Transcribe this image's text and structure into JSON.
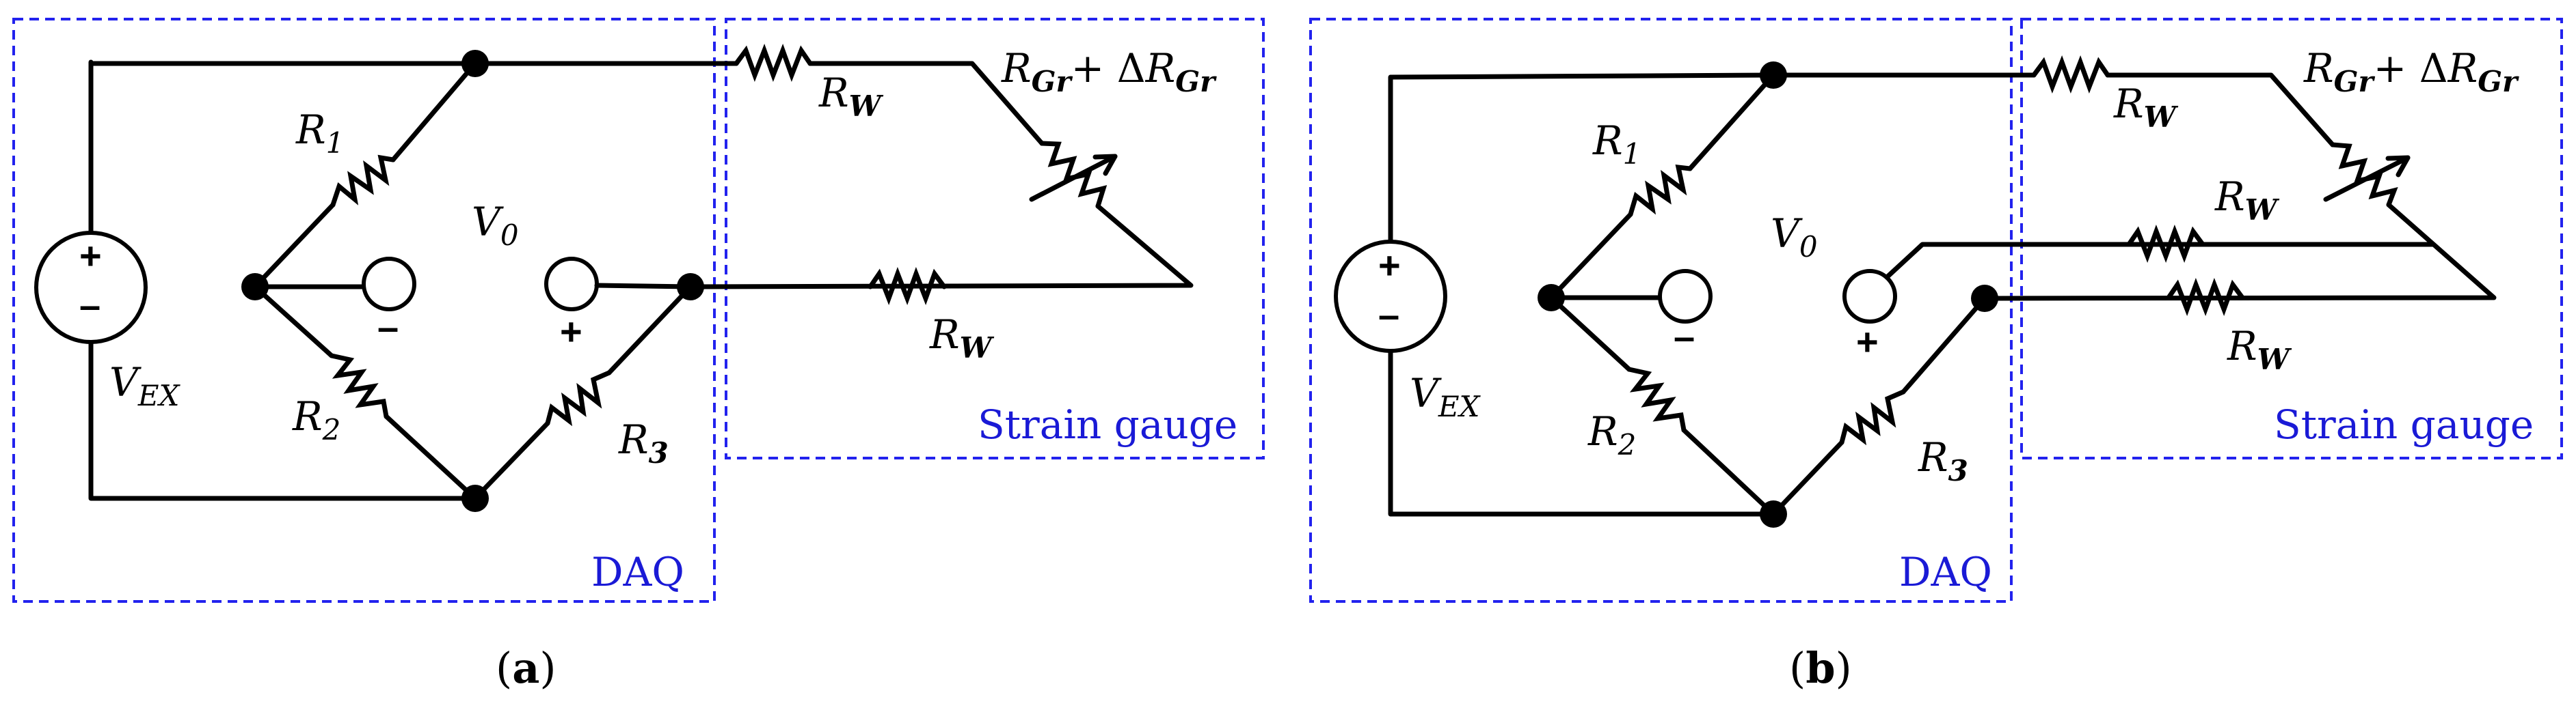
{
  "panels": [
    {
      "id": "a",
      "caption_open": "(",
      "caption_letter": "a",
      "caption_close": ")",
      "daq_label": "DAQ",
      "gauge_label": "Strain gauge",
      "labels": {
        "r1": {
          "base": "R",
          "sub": "1"
        },
        "r2": {
          "base": "R",
          "sub": "2"
        },
        "r3": {
          "base": "R",
          "sub": "3"
        },
        "v0": {
          "base": "V",
          "sub": "0"
        },
        "vex": {
          "base": "V",
          "sub": "EX"
        },
        "rw_top": {
          "base": "R",
          "sub": "W"
        },
        "rw_bottom": {
          "base": "R",
          "sub": "W"
        },
        "rgr": {
          "base": "R",
          "sub": "Gr",
          "op": "+ Δ",
          "base2": "R",
          "sub2": "Gr"
        }
      },
      "signs": {
        "source_plus": "+",
        "source_minus": "–",
        "probe_minus": "–",
        "probe_plus": "+"
      }
    },
    {
      "id": "b",
      "caption_open": "(",
      "caption_letter": "b",
      "caption_close": ")",
      "daq_label": "DAQ",
      "gauge_label": "Strain gauge",
      "labels": {
        "r1": {
          "base": "R",
          "sub": "1"
        },
        "r2": {
          "base": "R",
          "sub": "2"
        },
        "r3": {
          "base": "R",
          "sub": "3"
        },
        "v0": {
          "base": "V",
          "sub": "0"
        },
        "vex": {
          "base": "V",
          "sub": "EX"
        },
        "rw_top": {
          "base": "R",
          "sub": "W"
        },
        "rw_mid": {
          "base": "R",
          "sub": "W"
        },
        "rw_bottom": {
          "base": "R",
          "sub": "W"
        },
        "rgr": {
          "base": "R",
          "sub": "Gr",
          "op": "+ Δ",
          "base2": "R",
          "sub2": "Gr"
        }
      },
      "signs": {
        "source_plus": "+",
        "source_minus": "–",
        "probe_minus": "–",
        "probe_plus": "+"
      }
    }
  ]
}
